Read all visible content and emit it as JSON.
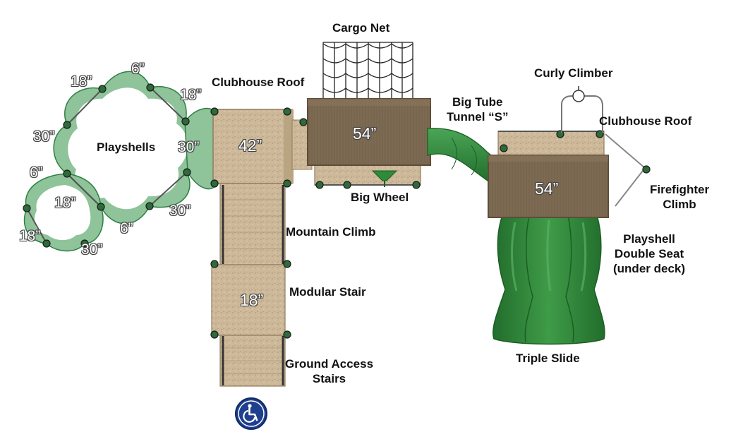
{
  "colors": {
    "deck": "#cdb99a",
    "deck_dark": "#a9946f",
    "roof": "#7d6a52",
    "roof_edge": "#5e4d3a",
    "green": "#8fc39a",
    "green_dark": "#2e7f43",
    "slide": "#2f8a3a",
    "post": "#2d2d2d",
    "badge": "#1f3f8f"
  },
  "labels": {
    "cargo_net": "Cargo Net",
    "clubhouse_roof_left": "Clubhouse Roof",
    "playshells": "Playshells",
    "big_tube_tunnel": "Big Tube\nTunnel “S”",
    "curly_climber": "Curly Climber",
    "clubhouse_roof_right": "Clubhouse Roof",
    "firefighter_climb": "Firefighter\nClimb",
    "playshell_double_seat": "Playshell\nDouble Seat\n(under deck)",
    "big_wheel": "Big Wheel",
    "mountain_climb": "Mountain Climb",
    "modular_stair": "Modular Stair",
    "ground_access_stairs": "Ground Access\nStairs",
    "triple_slide": "Triple Slide"
  },
  "dimensions": {
    "deck_42": "42”",
    "roof_54_left": "54”",
    "roof_54_right": "54”",
    "deck_18": "18”",
    "shell_6_top": "6”",
    "shell_18_top_left": "18”",
    "shell_18_top_right": "18”",
    "shell_30_left": "30”",
    "shell_30_right": "30”",
    "shell_6_left": "6”",
    "shell_18_mid": "18”",
    "shell_30_bottom_right": "30”",
    "shell_6_bottom": "6”",
    "shell_18_bottom_left": "18”",
    "shell_30_bottom": "30”"
  },
  "accessibility_icon": "wheelchair-icon"
}
